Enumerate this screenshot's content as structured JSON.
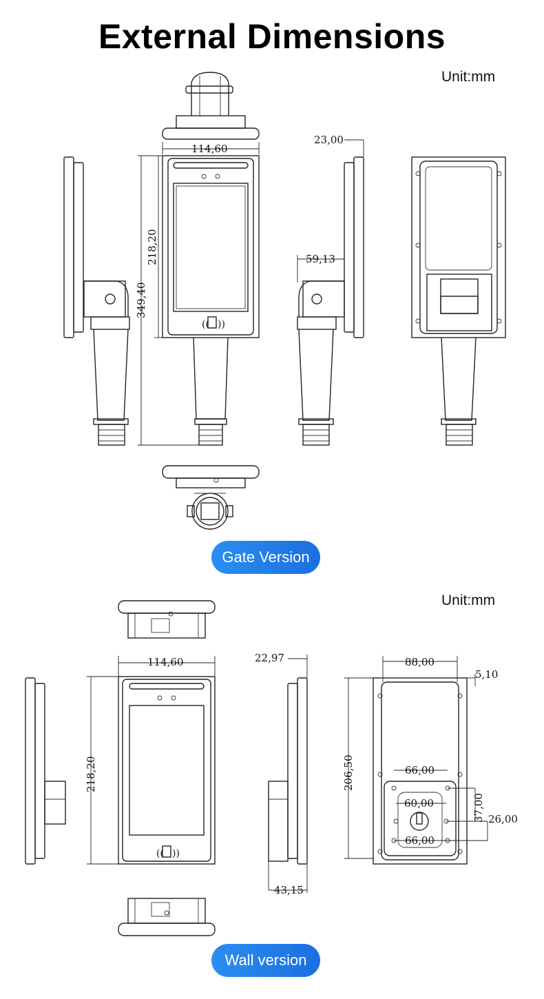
{
  "title": "External Dimensions",
  "gate": {
    "unit": "Unit:mm",
    "label": "Gate Version",
    "dims": {
      "width": "114,60",
      "screen_height": "218,20",
      "total_height": "349,40",
      "depth": "23,00",
      "bracket_depth": "59,13"
    }
  },
  "wall": {
    "unit": "Unit:mm",
    "label": "Wall version",
    "dims": {
      "width": "114,60",
      "height": "218,20",
      "depth": "22,97",
      "bracket_depth": "43,15",
      "back_width": "88,00",
      "offset": "5,10",
      "back_height": "206,50",
      "hole_spacing_top": "66,00",
      "hole_spacing_mid": "60,00",
      "hole_spacing_bottom": "66,00",
      "vertical_37": "37,00",
      "vertical_26": "26,00"
    }
  },
  "colors": {
    "pill": "#1f7ae8",
    "line": "#222222"
  }
}
